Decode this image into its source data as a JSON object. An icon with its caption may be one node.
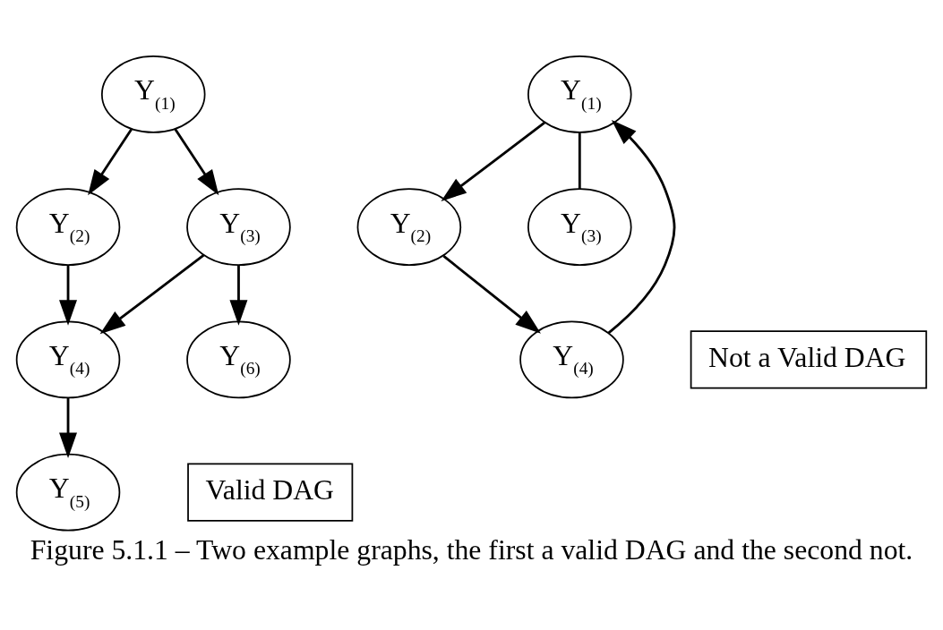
{
  "diagram": {
    "caption": "Figure 5.1.1 – Two example graphs, the first a valid DAG and the second not.",
    "nodes": [
      {
        "text": [
          "Y$_{(1)}$"
        ]
      },
      {
        "text": [
          "Y$_{(2)}$"
        ]
      },
      {
        "text": [
          "Y$_{(3)}$"
        ]
      },
      {
        "text": [
          "Y$_{(4)}$"
        ]
      },
      {
        "text": [
          "Y$_{(6)}$"
        ]
      },
      {
        "text": [
          "Y$_{(5)}$"
        ]
      },
      {
        "text": [
          "Valid DAG"
        ]
      },
      {
        "text": [
          "Y$_{(1)}$"
        ]
      },
      {
        "text": [
          "Y$_{(2)}$"
        ]
      },
      {
        "text": [
          "Y$_{(3)}$"
        ]
      },
      {
        "text": [
          "Y$_{(4)}$"
        ]
      },
      {
        "text": [
          "Not a Valid DAG"
        ]
      }
    ],
    "edges": [
      {
        "from": 0,
        "to": 1,
        "arrow": "to"
      },
      {
        "from": 0,
        "to": 2,
        "arrow": "to"
      },
      {
        "from": 1,
        "to": 3,
        "arrow": "to"
      },
      {
        "from": 2,
        "to": 3,
        "arrow": "to"
      },
      {
        "from": 2,
        "to": 4,
        "arrow": "to"
      },
      {
        "from": 3,
        "to": 5,
        "arrow": "to"
      },
      {
        "from": 7,
        "to": 8,
        "arrow": "to"
      },
      {
        "from": 8,
        "to": 10,
        "arrow": "to"
      },
      {
        "from": 10,
        "to": 7,
        "arrow": "to"
      },
      {
        "from": 7,
        "to": 9,
        "arrow": "none"
      }
    ]
  }
}
